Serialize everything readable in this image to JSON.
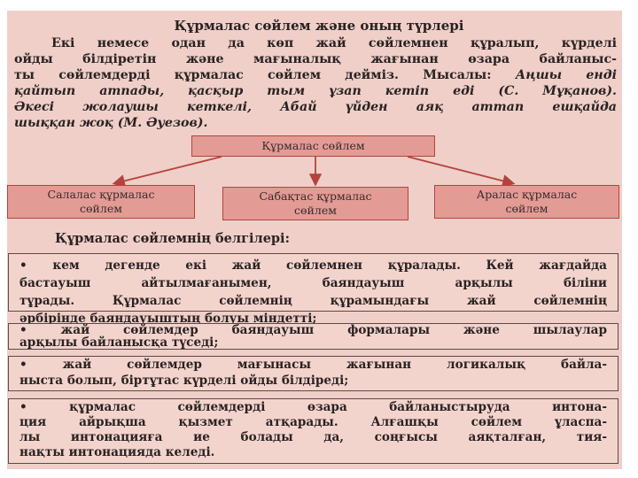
{
  "title": "Құрмалас сөйлем және оның түрлері",
  "paragraph": {
    "line1": "Екі немесе одан да көп жай сөйлемнен құралып, күрделі",
    "line2": "ойды білдіретін және мағыналық жағынан өзара байланыс-",
    "line3_a": "ты сөйлемдерді ",
    "line3_b": "құрмалас сөйлем",
    "line3_c": " дейміз. Мысалы: ",
    "line3_d": "Аңшы енді",
    "line4": "қайтып атпады, қасқыр тым ұзап кетіп еді (С. Мұқанов).",
    "line5": "Әкесі жолаушы кеткелі, Абай үйден аяқ аттап ешқайда",
    "line6": "шыққан жоқ (М. Әуезов)."
  },
  "diagram": {
    "root": "Құрмалас сөйлем",
    "children": [
      {
        "line1": "Салалас құрмалас",
        "line2": "сөйлем"
      },
      {
        "line1": "Сабақтас құрмалас",
        "line2": "сөйлем"
      },
      {
        "line1": "Аралас құрмалас",
        "line2": "сөйлем"
      }
    ]
  },
  "features_heading": "Құрмалас сөйлемнің белгілері:",
  "features": [
    [
      "•  кем дегенде екі жай сөйлемнен құралады. Кей жағдайда",
      "бастауыш айтылмағанымен, баяндауыш арқылы біліни",
      "тұрады. Құрмалас сөйлемнің құрамындағы жай сөйлемнің",
      "әрбірінде баяндауыштың болуы міндетті;"
    ],
    [
      "•  жай сөйлемдер баяндауыш формалары және шылаулар",
      "арқылы байланысқа түседі;"
    ],
    [
      "•  жай сөйлемдер мағынасы жағынан логикалық байла-",
      "ныста болып, біртұтас күрделі ойды білдіреді;"
    ],
    [
      "•  құрмалас сөйлемдерді өзара байланыстыруда интона-",
      "ция айрықша қызмет атқарады. Алғашқы сөйлем ұласпа-",
      "лы интонацияға ие болады да, соңғысы аяқталған, тия-",
      "нақты интонацияда келеді."
    ]
  ],
  "colors": {
    "panel": "#efcfc8",
    "box": "#e39b95",
    "arrow": "#b5423c"
  }
}
